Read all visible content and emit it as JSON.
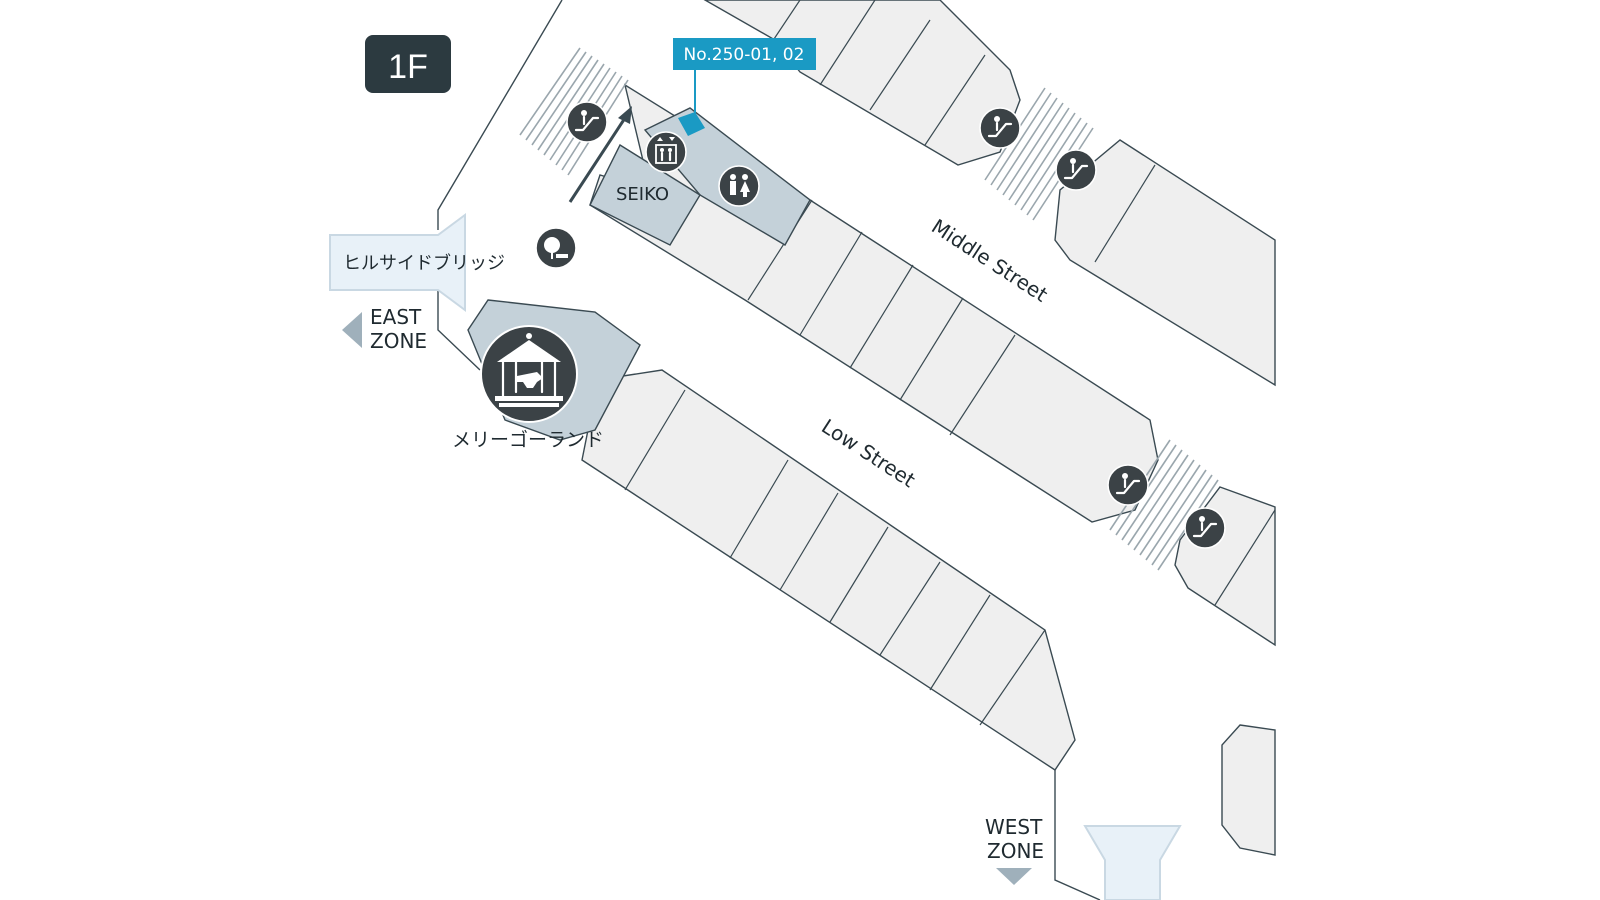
{
  "floor": {
    "label": "1F"
  },
  "callout": {
    "label": "No.250-01, 02",
    "color": "#1a9ac4"
  },
  "streets": {
    "middle": "Middle Street",
    "low": "Low Street"
  },
  "shops": {
    "seiko": "SEIKO"
  },
  "bridge": {
    "label": "ヒルサイドブリッジ"
  },
  "zones": {
    "east": {
      "line1": "EAST",
      "line2": "ZONE"
    },
    "west": {
      "line1": "WEST",
      "line2": "ZONE"
    }
  },
  "landmark": {
    "label": "メリーゴーランド"
  },
  "icons": [
    {
      "name": "escalator-icon"
    },
    {
      "name": "elevator-icon"
    },
    {
      "name": "restroom-icon"
    },
    {
      "name": "bench-park-icon"
    },
    {
      "name": "carousel-icon"
    }
  ],
  "colors": {
    "block_fill": "#efefef",
    "highlight_block": "#c4d1d9",
    "bridge_fill": "#e8f1f8",
    "icon_dark": "#3b4246",
    "floor_badge": "#2c3a40",
    "accent": "#1a9ac4"
  }
}
